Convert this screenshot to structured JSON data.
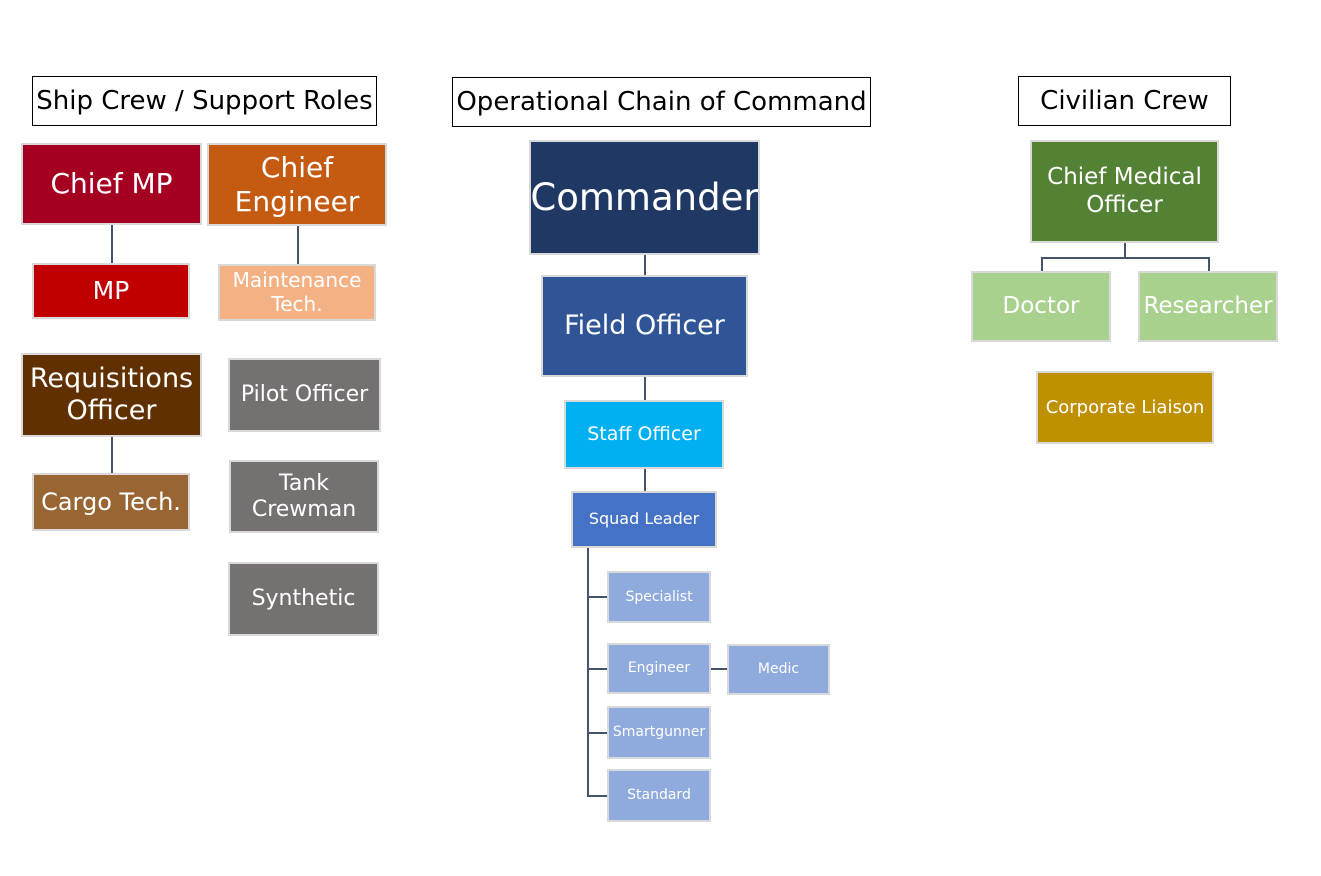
{
  "headers": {
    "ship_crew": "Ship Crew / Support Roles",
    "operational": "Operational Chain of Command",
    "civilian": "Civilian Crew"
  },
  "roles": {
    "chief_mp": "Chief MP",
    "mp": "MP",
    "chief_engineer": "Chief\nEngineer",
    "maintenance_tech": "Maintenance\nTech.",
    "requisitions_officer": "Requisitions\nOfficer",
    "cargo_tech": "Cargo Tech.",
    "pilot_officer": "Pilot Officer",
    "tank_crewman": "Tank\nCrewman",
    "synthetic": "Synthetic",
    "commander": "Commander",
    "field_officer": "Field Officer",
    "staff_officer": "Staff Officer",
    "squad_leader": "Squad Leader",
    "specialist": "Specialist",
    "engineer": "Engineer",
    "medic": "Medic",
    "smartgunner": "Smartgunner",
    "standard": "Standard",
    "chief_medical_officer": "Chief Medical\nOfficer",
    "doctor": "Doctor",
    "researcher": "Researcher",
    "corporate_liaison": "Corporate Liaison"
  },
  "colors": {
    "chief_mp": "#a50021",
    "mp": "#c00000",
    "chief_engineer": "#c55a11",
    "maintenance_tech": "#f4b183",
    "requisitions_officer": "#603000",
    "cargo_tech": "#996633",
    "gray_role": "#767171",
    "commander": "#203864",
    "field_officer": "#2f5597",
    "staff_officer": "#00b0f0",
    "squad_leader": "#4472c4",
    "squad_member": "#8faadc",
    "chief_medical_officer": "#548235",
    "medical_staff": "#a9d18e",
    "corporate_liaison": "#bf9000",
    "connector": "#44546a"
  }
}
